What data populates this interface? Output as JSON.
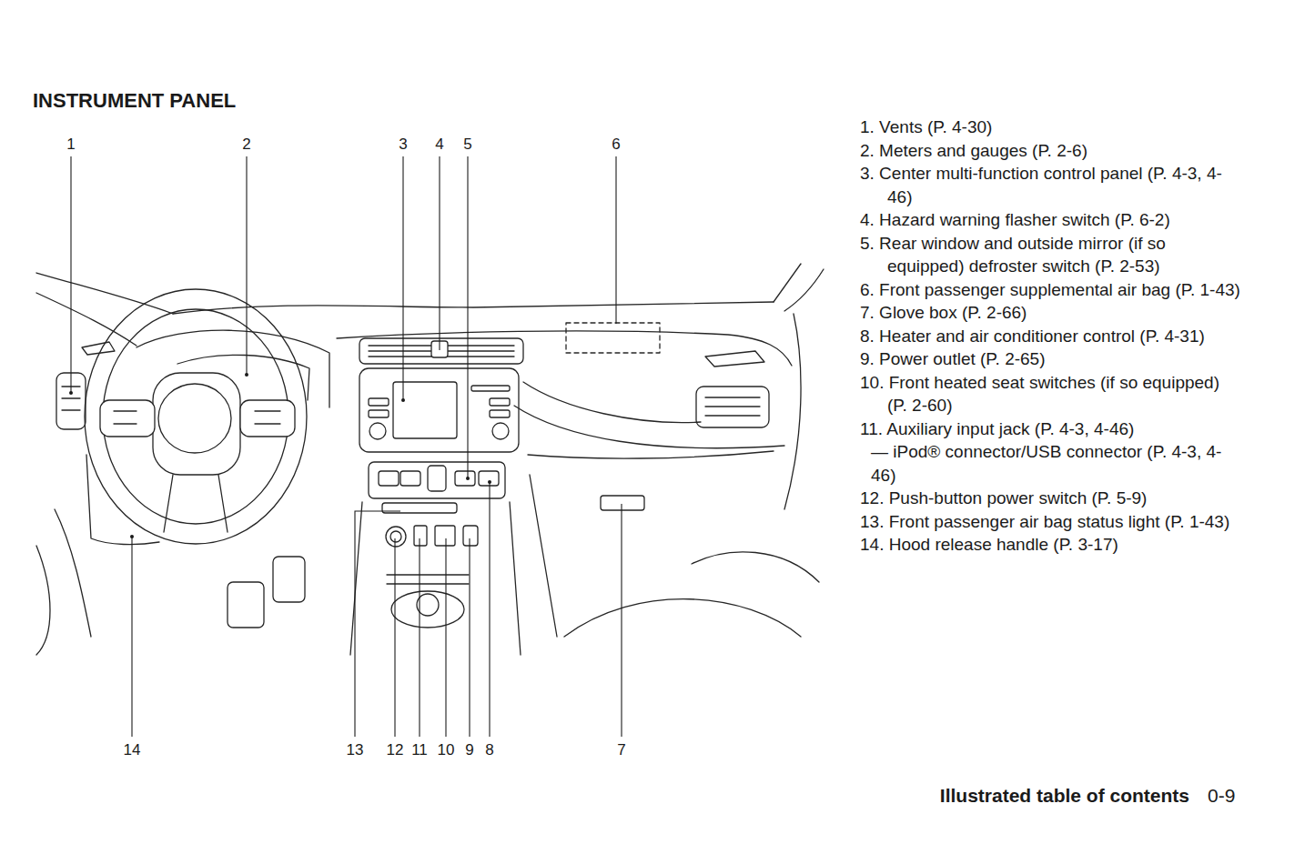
{
  "diagram": {
    "title": "INSTRUMENT PANEL",
    "labels": [
      "1",
      "2",
      "3",
      "4",
      "5",
      "6",
      "14",
      "13",
      "12",
      "11",
      "10",
      "9",
      "8",
      "7",
      "1. Vents (P. 4-30)",
      "2. Meters and gauges (P. 2-6)",
      "3. Center multi-function control panel (P. 4-3, 4-46)",
      "4. Hazard warning flasher switch (P. 6-2)",
      "5. Rear window and outside mirror (if so equipped) defroster switch (P. 2-53)",
      "6. Front passenger supplemental air bag (P. 1-43)",
      "7. Glove box (P. 2-66)",
      "8. Heater and air conditioner control (P. 4-31)",
      "9. Power outlet (P. 2-65)",
      "10. Front heated seat switches (if so equipped) (P. 2-60)",
      "11. Auxiliary input jack (P. 4-3, 4-46)",
      "— iPod® connector/USB connector (P. 4-3, 4-46)",
      "12. Push-button power switch (P. 5-9)",
      "13. Front passenger air bag status light (P. 1-43)",
      "14. Hood release handle (P. 3-17)",
      "Illustrated table of contents",
      "0-9"
    ]
  }
}
